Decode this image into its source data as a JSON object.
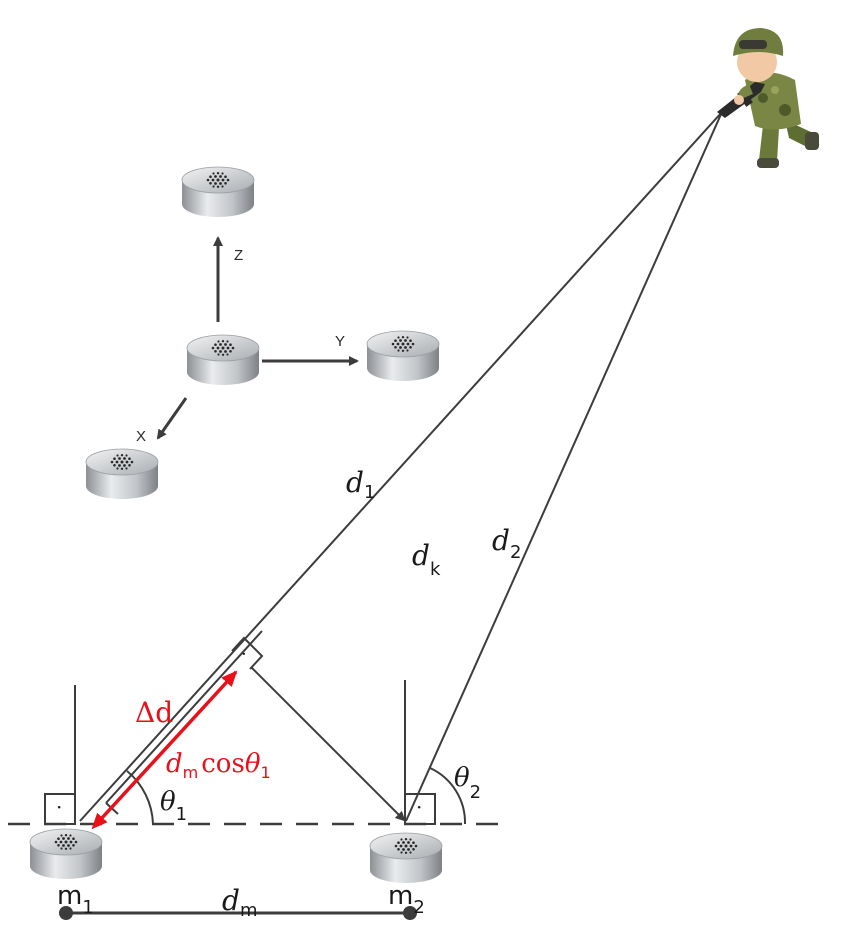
{
  "axes_labels": {
    "z": "Z",
    "y": "Y",
    "x": "X"
  },
  "labels": {
    "d1": "d",
    "d1_sub": "1",
    "d2": "d",
    "d2_sub": "2",
    "dk": "d",
    "dk_sub": "k",
    "dm": "d",
    "dm_sub": "m",
    "theta1": "θ",
    "theta1_sub": "1",
    "theta2": "θ",
    "theta2_sub": "2",
    "delta_d": "Δd",
    "proj_dm": "d",
    "proj_dm_sub": "m",
    "proj_cos": "cos",
    "proj_theta": "θ",
    "proj_theta_sub": "1",
    "m1": "m",
    "m1_sub": "1",
    "m2": "m",
    "m2_sub": "2",
    "right_angle_dot": "·"
  },
  "colors": {
    "line": "#3c3c3c",
    "highlight": "#e8101a",
    "mic_body": "#b9bcbf",
    "camo": "#6f7d3e"
  },
  "icons": {
    "soldier": "soldier-with-rifle-figure",
    "microphone": "microphone-capsule-icon"
  }
}
